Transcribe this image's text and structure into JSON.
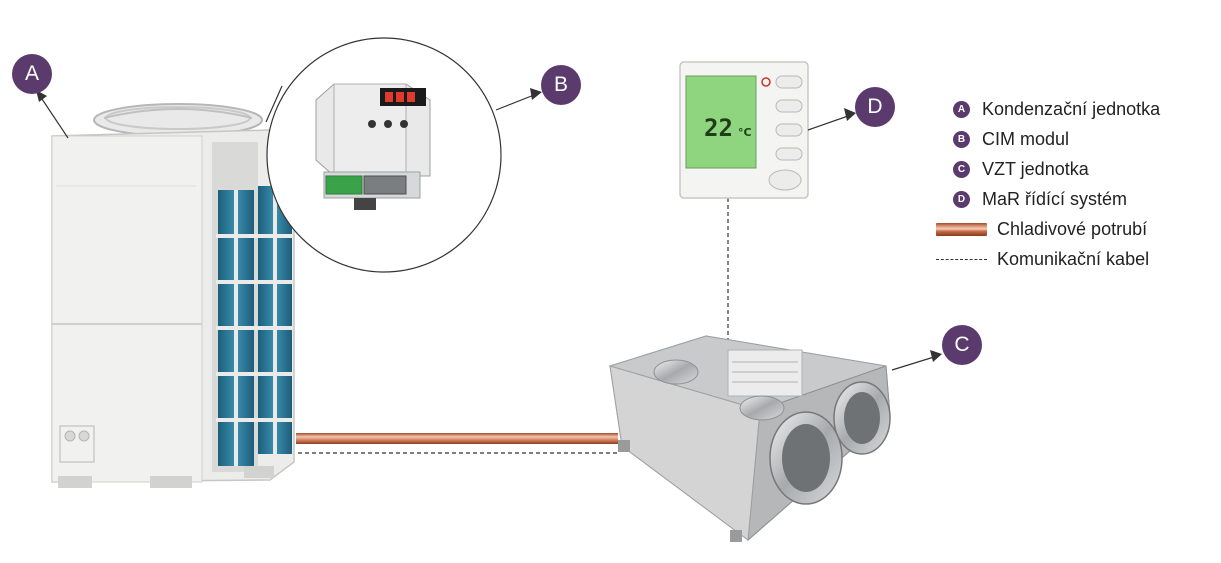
{
  "colors": {
    "badge": "#5b3a6e",
    "pipe_light": "#f2c5ae",
    "pipe_dark": "#a24d2c",
    "cable": "#333333"
  },
  "badges": {
    "a": "A",
    "b": "B",
    "c": "C",
    "d": "D"
  },
  "thermostat": {
    "temperature": "22",
    "unit": "°C"
  },
  "legend": {
    "items": [
      {
        "key": "A",
        "label": "Kondenzační jednotka"
      },
      {
        "key": "B",
        "label": "CIM modul"
      },
      {
        "key": "C",
        "label": "VZT jednotka"
      },
      {
        "key": "D",
        "label": "MaR řídící systém"
      }
    ],
    "pipe_label": "Chladivové potrubí",
    "cable_label": "Komunikační kabel"
  }
}
